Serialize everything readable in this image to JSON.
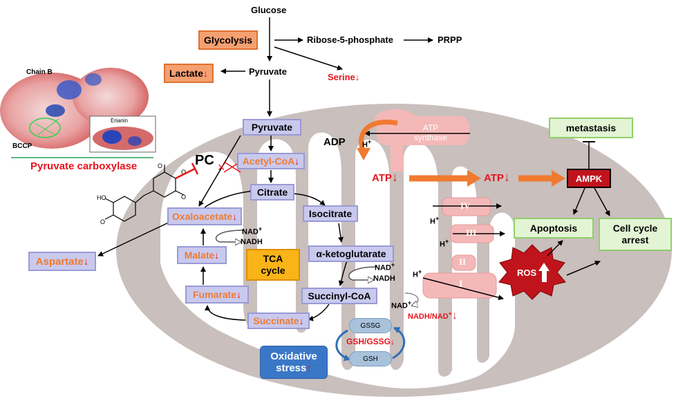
{
  "pathway": {
    "glucose": "Glucose",
    "glycolysis": "Glycolysis",
    "ribose": "Ribose-5-phosphate",
    "prpp": "PRPP",
    "lactate": "Lactate",
    "pyruvate_cyto": "Pyruvate",
    "serine": "Serine",
    "pyruvate_mito": "Pyruvate",
    "acetyl_coa": "Acetyl-CoA",
    "citrate": "Citrate",
    "isocitrate": "Isocitrate",
    "akg": "α-ketoglutarate",
    "succinyl_coa": "Succinyl-CoA",
    "succinate": "Succinate",
    "fumarate": "Fumarate",
    "malate": "Malate",
    "oxaloacetate": "Oxaloacetate",
    "aspartate": "Aspartate",
    "tca": "TCA cycle",
    "pc": "PC",
    "nad": "NAD",
    "nadh": "NADH"
  },
  "structure": {
    "chain_b": "Chain B",
    "bccp": "BCCP",
    "erianin": "Erianin",
    "caption": "Pyruvate carboxylase"
  },
  "etc": {
    "adp": "ADP",
    "h": "H",
    "atp_synthase": "ATP synthase",
    "atp1": "ATP",
    "atp2": "ATP",
    "complex_iv": "IV",
    "complex_iii": "III",
    "complex_ii": "II",
    "complex_i": "I",
    "nadh_ratio": "NADH/NAD",
    "gssg": "GSSG",
    "gsh": "GSH",
    "gsh_ratio": "GSH/GSSG",
    "oxidative": "Oxidative stress",
    "ros": "ROS"
  },
  "outcomes": {
    "metastasis": "metastasis",
    "ampk": "AMPK",
    "apoptosis": "Apoptosis",
    "cell_cycle": "Cell cycle arrest"
  },
  "symbols": {
    "down": "↓",
    "up": "↑",
    "plus": "+",
    "cross": "×"
  },
  "colors": {
    "mito_outer": "#c9bfbc",
    "mito_inner": "#ffffff",
    "node_fill": "#c9c9ee",
    "node_border": "#9a9ad6",
    "highlight_orange": "#f07a30",
    "decrease_red": "#e8141c",
    "complex_fill": "#f4b8b8",
    "ampk_fill": "#c0141c",
    "outcome_fill": "#e3f4d4",
    "outcome_border": "#8fcf6a",
    "tca_fill": "#f9b418",
    "oxidative_fill": "#3a78c7"
  }
}
